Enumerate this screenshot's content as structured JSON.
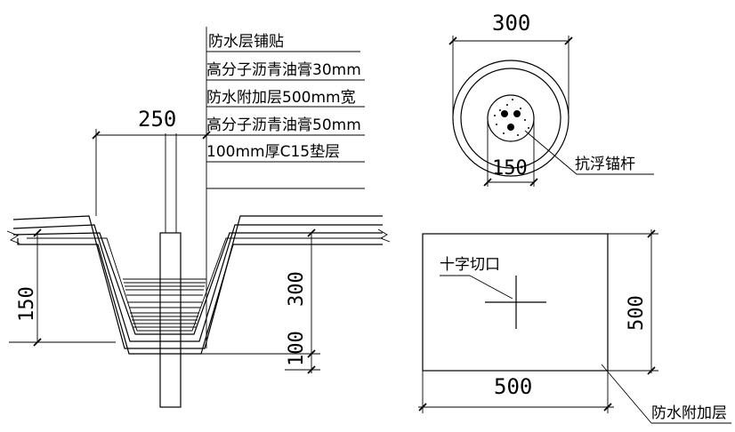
{
  "section": {
    "notes": [
      "防水层铺贴",
      "高分子沥青油膏30mm",
      "防水附加层500mm宽",
      "高分子沥青油膏50mm",
      "100mm厚C15垫层"
    ],
    "dims": {
      "width_top": "250",
      "depth_left": "150",
      "height_right": "300",
      "cushion": "100"
    }
  },
  "plan": {
    "dim_diameter": "300",
    "dim_inner": "150",
    "anchor_label": "抗浮锚杆"
  },
  "square": {
    "cross_label": "十字切口",
    "dim_width": "500",
    "dim_height": "500",
    "layer_label": "防水附加层"
  }
}
